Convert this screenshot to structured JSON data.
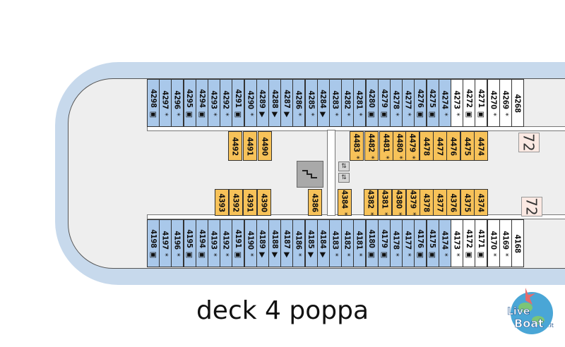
{
  "title": "deck 4 poppa",
  "logo": {
    "text_top": "Live",
    "text_bottom": "Boat",
    "suffix": ".it"
  },
  "colors": {
    "hull_outer": "#c7d9ec",
    "cabin_blue": "#a9c8ea",
    "cabin_orange": "#f7c259",
    "cabin_white": "#ffffff",
    "stair": "#a9a9a9",
    "zone": "#fbe9e3"
  },
  "cabins_top": [
    {
      "n": "4298",
      "s": "▣",
      "c": "blue"
    },
    {
      "n": "4297",
      "s": "*",
      "c": "blue"
    },
    {
      "n": "4296",
      "s": "*",
      "c": "blue"
    },
    {
      "n": "4295",
      "s": "▣",
      "c": "blue"
    },
    {
      "n": "4294",
      "s": "▣",
      "c": "blue"
    },
    {
      "n": "4293",
      "s": "*",
      "c": "blue"
    },
    {
      "n": "4292",
      "s": "*",
      "c": "blue"
    },
    {
      "n": "4291",
      "s": "▣",
      "c": "blue"
    },
    {
      "n": "4290",
      "s": "*",
      "c": "blue"
    },
    {
      "n": "4289",
      "s": "▶",
      "c": "blue"
    },
    {
      "n": "4288",
      "s": "▶",
      "c": "blue"
    },
    {
      "n": "4287",
      "s": "▶",
      "c": "blue"
    },
    {
      "n": "4286",
      "s": "*",
      "c": "blue"
    },
    {
      "n": "4285",
      "s": "*",
      "c": "blue"
    },
    {
      "n": "4284",
      "s": "▶",
      "c": "blue"
    },
    {
      "n": "4283",
      "s": "*",
      "c": "blue"
    },
    {
      "n": "4282",
      "s": "*",
      "c": "blue"
    },
    {
      "n": "4281",
      "s": "*",
      "c": "blue"
    },
    {
      "n": "4280",
      "s": "▣",
      "c": "blue"
    },
    {
      "n": "4279",
      "s": "▣",
      "c": "blue"
    },
    {
      "n": "4278",
      "s": "*",
      "c": "blue"
    },
    {
      "n": "4277",
      "s": "*",
      "c": "blue"
    },
    {
      "n": "4276",
      "s": "▣",
      "c": "blue"
    },
    {
      "n": "4275",
      "s": "▣",
      "c": "blue"
    },
    {
      "n": "4274",
      "s": "*",
      "c": "blue"
    },
    {
      "n": "4273",
      "s": "*",
      "c": "white"
    },
    {
      "n": "4272",
      "s": "▣",
      "c": "white"
    },
    {
      "n": "4271",
      "s": "▣",
      "c": "white"
    },
    {
      "n": "4270",
      "s": "*",
      "c": "white"
    },
    {
      "n": "4269",
      "s": "*",
      "c": "white"
    },
    {
      "n": "4268",
      "s": "",
      "c": "white"
    }
  ],
  "cabins_bottom": [
    {
      "n": "4198",
      "s": "▣",
      "c": "blue"
    },
    {
      "n": "4197",
      "s": "*",
      "c": "blue"
    },
    {
      "n": "4196",
      "s": "*",
      "c": "blue"
    },
    {
      "n": "4195",
      "s": "▣",
      "c": "blue"
    },
    {
      "n": "4194",
      "s": "▣",
      "c": "blue"
    },
    {
      "n": "4193",
      "s": "*",
      "c": "blue"
    },
    {
      "n": "4192",
      "s": "*",
      "c": "blue"
    },
    {
      "n": "4191",
      "s": "▣",
      "c": "blue"
    },
    {
      "n": "4190",
      "s": "*",
      "c": "blue"
    },
    {
      "n": "4189",
      "s": "▶",
      "c": "blue"
    },
    {
      "n": "4188",
      "s": "▶",
      "c": "blue"
    },
    {
      "n": "4187",
      "s": "▶",
      "c": "blue"
    },
    {
      "n": "4186",
      "s": "*",
      "c": "blue"
    },
    {
      "n": "4185",
      "s": "▶",
      "c": "blue"
    },
    {
      "n": "4184",
      "s": "▶",
      "c": "blue"
    },
    {
      "n": "4183",
      "s": "*",
      "c": "blue"
    },
    {
      "n": "4182",
      "s": "*",
      "c": "blue"
    },
    {
      "n": "4181",
      "s": "*",
      "c": "blue"
    },
    {
      "n": "4180",
      "s": "▣",
      "c": "blue"
    },
    {
      "n": "4179",
      "s": "▣",
      "c": "blue"
    },
    {
      "n": "4178",
      "s": "*",
      "c": "blue"
    },
    {
      "n": "4177",
      "s": "*",
      "c": "blue"
    },
    {
      "n": "4176",
      "s": "▣",
      "c": "blue"
    },
    {
      "n": "4175",
      "s": "▣",
      "c": "blue"
    },
    {
      "n": "4174",
      "s": "*",
      "c": "blue"
    },
    {
      "n": "4173",
      "s": "*",
      "c": "white"
    },
    {
      "n": "4172",
      "s": "▣",
      "c": "white"
    },
    {
      "n": "4171",
      "s": "▣",
      "c": "white"
    },
    {
      "n": "4170",
      "s": "*",
      "c": "white"
    },
    {
      "n": "4169",
      "s": "*",
      "c": "white"
    },
    {
      "n": "4168",
      "s": "",
      "c": "white"
    }
  ],
  "cabins_inner_upper": [
    {
      "n": "4492",
      "s": ""
    },
    {
      "n": "4491",
      "s": ""
    },
    {
      "n": "4490",
      "s": ""
    },
    {
      "n": "4483",
      "s": "*"
    },
    {
      "n": "4482",
      "s": "*"
    },
    {
      "n": "4481",
      "s": "*"
    },
    {
      "n": "4480",
      "s": "*"
    },
    {
      "n": "4479",
      "s": "*"
    },
    {
      "n": "4478",
      "s": ""
    },
    {
      "n": "4477",
      "s": ""
    },
    {
      "n": "4476",
      "s": ""
    },
    {
      "n": "4475",
      "s": ""
    },
    {
      "n": "4474",
      "s": ""
    }
  ],
  "cabins_inner_lower": [
    {
      "n": "4393",
      "s": ""
    },
    {
      "n": "4392",
      "s": ""
    },
    {
      "n": "4391",
      "s": ""
    },
    {
      "n": "4390",
      "s": ""
    },
    {
      "n": "4386",
      "s": ""
    },
    {
      "n": "4384",
      "s": "*"
    },
    {
      "n": "4382",
      "s": "*"
    },
    {
      "n": "4381",
      "s": "*"
    },
    {
      "n": "4380",
      "s": "*"
    },
    {
      "n": "4379",
      "s": "*"
    },
    {
      "n": "4378",
      "s": ""
    },
    {
      "n": "4377",
      "s": ""
    },
    {
      "n": "4376",
      "s": ""
    },
    {
      "n": "4375",
      "s": ""
    },
    {
      "n": "4374",
      "s": ""
    }
  ],
  "zones": [
    {
      "label": "72"
    },
    {
      "label": "72"
    }
  ]
}
